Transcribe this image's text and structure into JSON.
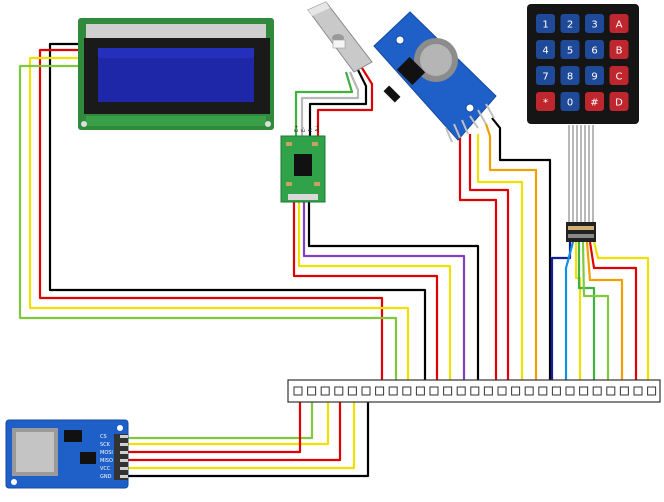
{
  "keypad": {
    "keys": [
      {
        "label": "1",
        "color": "#1f4a9a"
      },
      {
        "label": "2",
        "color": "#1f4a9a"
      },
      {
        "label": "3",
        "color": "#1f4a9a"
      },
      {
        "label": "A",
        "color": "#c0262d"
      },
      {
        "label": "4",
        "color": "#1f4a9a"
      },
      {
        "label": "5",
        "color": "#1f4a9a"
      },
      {
        "label": "6",
        "color": "#1f4a9a"
      },
      {
        "label": "B",
        "color": "#c0262d"
      },
      {
        "label": "7",
        "color": "#1f4a9a"
      },
      {
        "label": "8",
        "color": "#1f4a9a"
      },
      {
        "label": "9",
        "color": "#1f4a9a"
      },
      {
        "label": "C",
        "color": "#c0262d"
      },
      {
        "label": "*",
        "color": "#c0262d"
      },
      {
        "label": "0",
        "color": "#1f4a9a"
      },
      {
        "label": "#",
        "color": "#c0262d"
      },
      {
        "label": "D",
        "color": "#c0262d"
      }
    ]
  },
  "sd_module": {
    "pins": [
      "GND",
      "VCC",
      "MISO",
      "MOSI",
      "SCK",
      "CS"
    ]
  },
  "hx711": {
    "pins": [
      "E+",
      "E-",
      "A-",
      "A+"
    ]
  },
  "colors": {
    "black": "#000000",
    "red": "#e00000",
    "yellow": "#f0e000",
    "green": "#80c840",
    "orange": "#f0a000",
    "purple": "#8040c0",
    "blue": "#1090e0",
    "darkblue": "#1020a0",
    "lime": "#40b040"
  }
}
